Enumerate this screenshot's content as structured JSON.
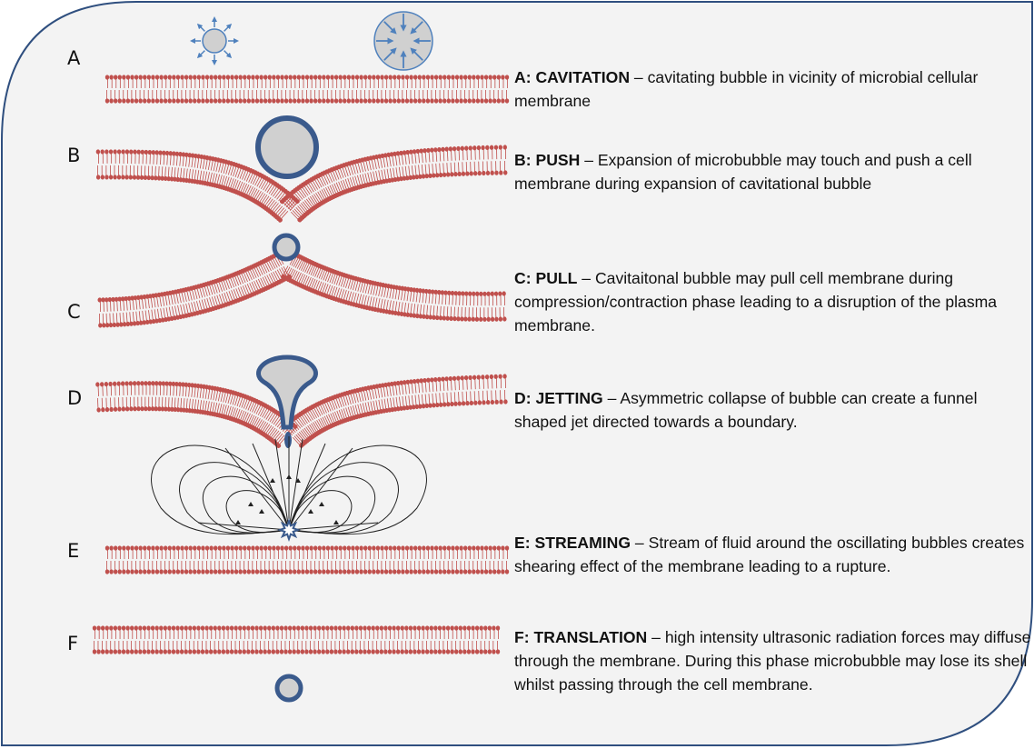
{
  "colors": {
    "frame_fill": "#f3f3f3",
    "frame_stroke": "#2f4f7f",
    "membrane": "#c0504d",
    "bubble_fill": "#d0d0d0",
    "bubble_stroke": "#3a5a8c",
    "arrow": "#4f81bd"
  },
  "rows": [
    {
      "letter": "A",
      "title": "A: CAVITATION",
      "text": " – cavitating bubble in vicinity of microbial cellular membrane"
    },
    {
      "letter": "B",
      "title": "B: PUSH",
      "text": " – Expansion of microbubble may touch and push a cell membrane during expansion of cavitational bubble"
    },
    {
      "letter": "C",
      "title": "C: PULL",
      "text": " – Cavitaitonal bubble may pull cell membrane during compression/contraction phase leading to a disruption of the plasma membrane."
    },
    {
      "letter": "D",
      "title": "D: JETTING",
      "text": " – Asymmetric collapse of bubble can create a funnel shaped jet directed towards a boundary."
    },
    {
      "letter": "E",
      "title": "E: STREAMING",
      "text": " – Stream of fluid around the oscillating bubbles creates shearing effect of the membrane leading to a rupture."
    },
    {
      "letter": "F",
      "title": "F: TRANSLATION",
      "text": " – high intensity ultrasonic radiation forces may diffuse through the membrane. During this phase microbubble may lose its shell whilst passing through the cell membrane."
    }
  ]
}
